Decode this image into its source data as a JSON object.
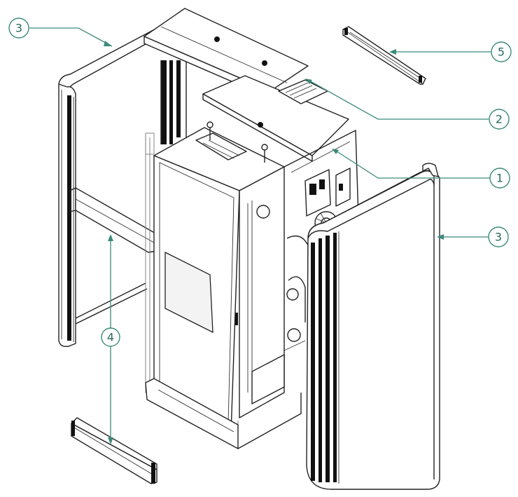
{
  "callouts": [
    {
      "id": "callout-3-left",
      "label": "3"
    },
    {
      "id": "callout-5",
      "label": "5"
    },
    {
      "id": "callout-2",
      "label": "2"
    },
    {
      "id": "callout-1",
      "label": "1"
    },
    {
      "id": "callout-3-right",
      "label": "3"
    },
    {
      "id": "callout-4",
      "label": "4"
    }
  ],
  "colors": {
    "callout_accent": "#3b8a7a",
    "line_art": "#222222",
    "background": "#ffffff"
  }
}
